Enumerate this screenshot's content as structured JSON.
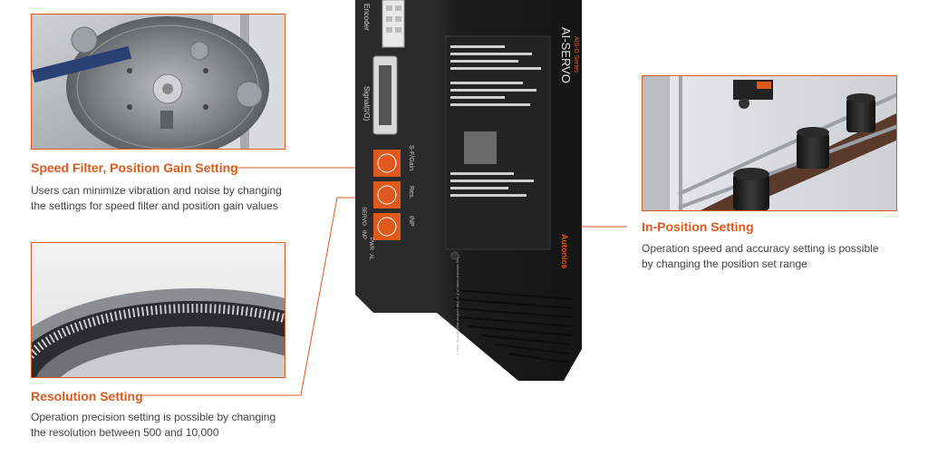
{
  "features": {
    "speed_filter": {
      "title": "Speed Filter, Position Gain Setting",
      "line1": "Users can minimize vibration and noise by changing",
      "line2": "the settings for speed filter and position gain values"
    },
    "resolution": {
      "title": "Resolution Setting",
      "line1": "Operation precision setting is possible by changing",
      "line2": "the resolution between 500 and 10,000"
    },
    "in_position": {
      "title": "In-Position Setting",
      "line1": "Operation speed and accuracy setting is possible",
      "line2": "by changing the position set range"
    }
  },
  "device": {
    "brand": "AI-SERVO",
    "series": "AIS-D Series",
    "logo": "Autonics",
    "encoder_label": "Encoder",
    "signal_label": "Signal(I/O)",
    "switch_labels": {
      "gain": "S-F/Gain",
      "res": "Res.",
      "inp": "INP"
    },
    "led_labels": {
      "servo": "SERVO",
      "inp": "INP",
      "pwr": "PWR",
      "al": "AL"
    },
    "footnote": "Only selected mode (S-F or Gain) will be displayed via SW1.4"
  },
  "colors": {
    "accent": "#e0591c",
    "device_body": "#1c1c1c"
  }
}
